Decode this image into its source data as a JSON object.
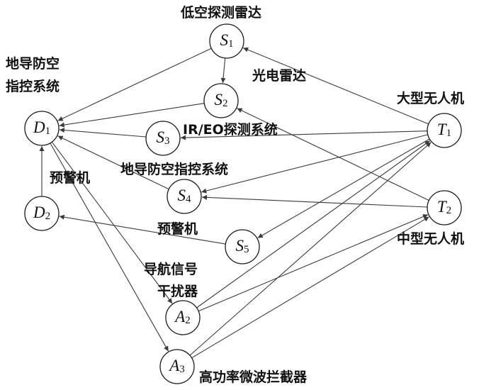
{
  "nodes": {
    "S1": {
      "letter": "S",
      "sub": "1"
    },
    "S2": {
      "letter": "S",
      "sub": "2"
    },
    "S3": {
      "letter": "S",
      "sub": "3"
    },
    "S4": {
      "letter": "S",
      "sub": "4"
    },
    "S5": {
      "letter": "S",
      "sub": "5"
    },
    "D1": {
      "letter": "D",
      "sub": "1"
    },
    "D2": {
      "letter": "D",
      "sub": "2"
    },
    "A2": {
      "letter": "A",
      "sub": "2"
    },
    "A3": {
      "letter": "A",
      "sub": "3"
    },
    "T1": {
      "letter": "T",
      "sub": "1"
    },
    "T2": {
      "letter": "T",
      "sub": "2"
    }
  },
  "labels": {
    "s1": "低空探测雷达",
    "s2": "光电雷达",
    "s3": "IR/EO探测系统",
    "s4": "地导防空指控系统",
    "s5": "预警机",
    "d1_line1": "地导防空",
    "d1_line2": "指控系统",
    "d2": "预警机",
    "a2_line1": "导航信号",
    "a2_line2": "干扰器",
    "a3": "高功率微波拦截器",
    "t1": "大型无人机",
    "t2": "中型无人机"
  },
  "edges": [
    [
      "S1",
      "D1"
    ],
    [
      "S1",
      "S2"
    ],
    [
      "S2",
      "D1"
    ],
    [
      "S3",
      "D1"
    ],
    [
      "S4",
      "D1"
    ],
    [
      "D2",
      "D1"
    ],
    [
      "S5",
      "D2"
    ],
    [
      "D1",
      "A2"
    ],
    [
      "D1",
      "A3"
    ],
    [
      "T1",
      "S1"
    ],
    [
      "T1",
      "S3"
    ],
    [
      "T1",
      "S4"
    ],
    [
      "T1",
      "S5"
    ],
    [
      "T2",
      "S2"
    ],
    [
      "T2",
      "S4"
    ],
    [
      "A2",
      "T1"
    ],
    [
      "A2",
      "T2"
    ],
    [
      "A3",
      "T1"
    ],
    [
      "A3",
      "T2"
    ]
  ],
  "colors": {
    "line": "#3a3a3a",
    "node_border": "#1a1a1a",
    "text": "#111111"
  }
}
